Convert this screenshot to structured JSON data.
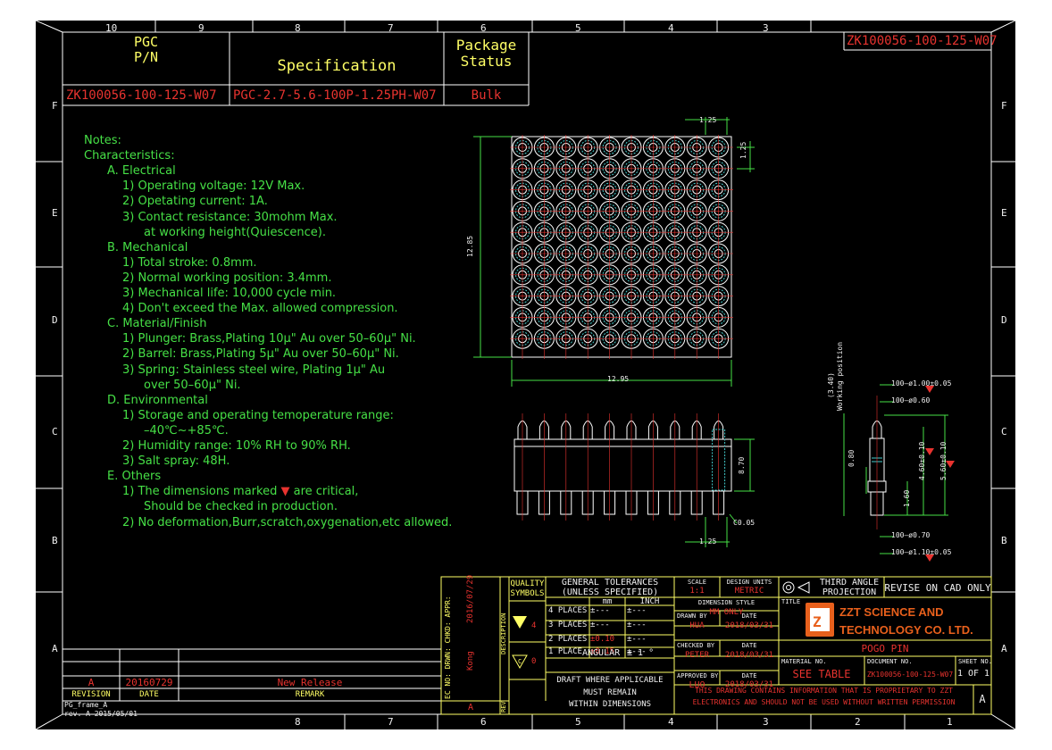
{
  "border": {
    "top_cols": [
      "10",
      "9",
      "8",
      "7",
      "6",
      "5",
      "4",
      "3"
    ],
    "bottom_cols": [
      "8",
      "7",
      "6",
      "5",
      "4",
      "3",
      "2",
      "1"
    ],
    "rows": [
      "F",
      "E",
      "D",
      "C",
      "B",
      "A"
    ],
    "corner_code": "ZK100056-100-125-W07",
    "frame_label": "PG_frame_A",
    "frame_rev": "rev. A  2015/05/01"
  },
  "header": {
    "pgc_line1": "PGC",
    "pgc_line2": "P/N",
    "spec_label": "Specification",
    "pkg_line1": "Package",
    "pkg_line2": "Status",
    "pn_value": "ZK100056-100-125-W07",
    "spec_value": "PGC-2.7-5.6-100P-1.25PH-W07",
    "pkg_value": "Bulk"
  },
  "notes": {
    "lines": [
      {
        "text": "Notes:",
        "indent": 0
      },
      {
        "text": "Characteristics:",
        "indent": 0
      },
      {
        "text": "A. Electrical",
        "indent": 1
      },
      {
        "text": "1) Operating voltage: 12V Max.",
        "indent": 2
      },
      {
        "text": "2) Opetating current: 1A.",
        "indent": 2
      },
      {
        "text": "3) Contact resistance: 30mohm Max.",
        "indent": 2
      },
      {
        "text": "at working height(Quiescence).",
        "indent": 3
      },
      {
        "text": "B. Mechanical",
        "indent": 1
      },
      {
        "text": "1) Total stroke: 0.8mm.",
        "indent": 2
      },
      {
        "text": "2) Normal working position: 3.4mm.",
        "indent": 2
      },
      {
        "text": "3) Mechanical life: 10,000 cycle min.",
        "indent": 2
      },
      {
        "text": "4) Don't exceed the Max. allowed compression.",
        "indent": 2
      },
      {
        "text": "C. Material/Finish",
        "indent": 1
      },
      {
        "text": "1) Plunger: Brass,Plating 10μ\" Au over 50–60μ\" Ni.",
        "indent": 2
      },
      {
        "text": "2) Barrel: Brass,Plating 5μ\" Au over 50–60μ\" Ni.",
        "indent": 2
      },
      {
        "text": "3) Spring: Stainless steel wire, Plating 1μ\" Au",
        "indent": 2
      },
      {
        "text": "over 50–60μ\" Ni.",
        "indent": 3
      },
      {
        "text": "D. Environmental",
        "indent": 1
      },
      {
        "text": "1) Storage and operating temoperature range:",
        "indent": 2
      },
      {
        "text": "–40℃~+85℃.",
        "indent": 3
      },
      {
        "text": "2) Humidity range: 10% RH to 90% RH.",
        "indent": 2
      },
      {
        "text": "3) Salt spray: 48H.",
        "indent": 2
      },
      {
        "text": "E. Others",
        "indent": 1
      },
      {
        "text": "1) The dimensions marked ▼ are critical,",
        "indent": 2
      },
      {
        "text": "Should be checked in production.",
        "indent": 3
      },
      {
        "text": "2) No deformation,Burr,scratch,oxygenation,etc allowed.",
        "indent": 2
      }
    ]
  },
  "dims": {
    "pitch_top": "1.25",
    "pitch_right": "1.25",
    "height_left": "12.85",
    "width_bottom": "12.95",
    "side_height": "8.70",
    "chamfer": "C0.05",
    "side_pitch": "1.25",
    "working_pos": "(3.40)",
    "working_label": "Working position",
    "pin_d1": "100–ø1.00±0.05",
    "pin_d2": "100–ø0.60",
    "pin_d3": "100–ø0.70",
    "pin_d4": "100–ø1.10±0.05",
    "pin_h1": "0.80",
    "pin_h2": "4.60±0.10",
    "pin_h3": "5.60±0.10",
    "pin_h4": "1.60"
  },
  "revision": {
    "rev": "A",
    "date": "20160729",
    "remark": "New Release",
    "col_revision": "REVISION",
    "col_date": "DATE",
    "col_remark": "REMARK"
  },
  "title_block": {
    "vert_date": "2016/07/29",
    "ec_labels": "EC NO: DRWN: CHKD: APPR:",
    "drwn_name": "Kong",
    "description": "DESCRIPTION",
    "rev_label": "REV",
    "rev_value": "A",
    "quality_l1": "QUALITY",
    "quality_l2": "SYMBOLS",
    "q_sym1": "4",
    "q_sym2": "0",
    "tol_title1": "GENERAL TOLERANCES",
    "tol_title2": "(UNLESS SPECIFIED)",
    "tol_mm": "mm",
    "tol_inch": "INCH",
    "tol_rows": [
      {
        "label": "4 PLACES",
        "mm": "±---",
        "inch": "±---"
      },
      {
        "label": "3 PLACES",
        "mm": "±---",
        "inch": "±---"
      },
      {
        "label": "2 PLACES",
        "mm": "±0.10",
        "inch": "±---"
      },
      {
        "label": "1 PLACE",
        "mm": "±0.15",
        "inch": "±---"
      }
    ],
    "angular": "ANGULAR",
    "angular_val": "± 1 °",
    "draft1": "DRAFT WHERE APPLICABLE",
    "draft2": "MUST REMAIN",
    "draft3": "WITHIN DIMENSIONS",
    "scale_label": "SCALE",
    "scale_value": "1:1",
    "units_label": "DESIGN UNITS",
    "units_value": "METRIC",
    "dimstyle_label": "DIMENSION STYLE",
    "dimstyle_value": "MM ONLY",
    "drawn_label": "DRAWN BY",
    "drawn_value": "HUA",
    "date_label": "DATE",
    "drawn_date": "2018/03/31",
    "checked_label": "CHECKED BY",
    "checked_value": "PETER",
    "checked_date": "2018/03/31",
    "approved_label": "APPROVED BY",
    "approved_value": "LUO",
    "approved_date": "2018/03/31",
    "projection1": "THIRD ANGLE",
    "projection2": "PROJECTION",
    "revise_note": "REVISE ON CAD ONLY",
    "title_label": "TITLE",
    "company1": "ZZT SCIENCE AND",
    "company2": "TECHNOLOGY CO. LTD.",
    "part_name": "POGO PIN",
    "material_label": "MATERIAL NO.",
    "material_value": "SEE TABLE",
    "doc_label": "DOCUMENT NO.",
    "doc_value": "ZK100056-100-125-W07",
    "sheet_label": "SHEET NO.",
    "sheet_value": "1 OF 1",
    "prop1": "THIS DRAWING CONTAINS INFORMATION THAT IS PROPRIETARY TO ZZT",
    "prop2": "ELECTRONICS AND SHOULD NOT BE USED WITHOUT WRITTEN PERMISSION",
    "size": "A"
  },
  "colors": {
    "line": "#ffffff",
    "accent": "#ffff66",
    "text": "#46e046",
    "value": "#e8332f",
    "pin": "#44cccc",
    "logo": "#e8601c"
  }
}
